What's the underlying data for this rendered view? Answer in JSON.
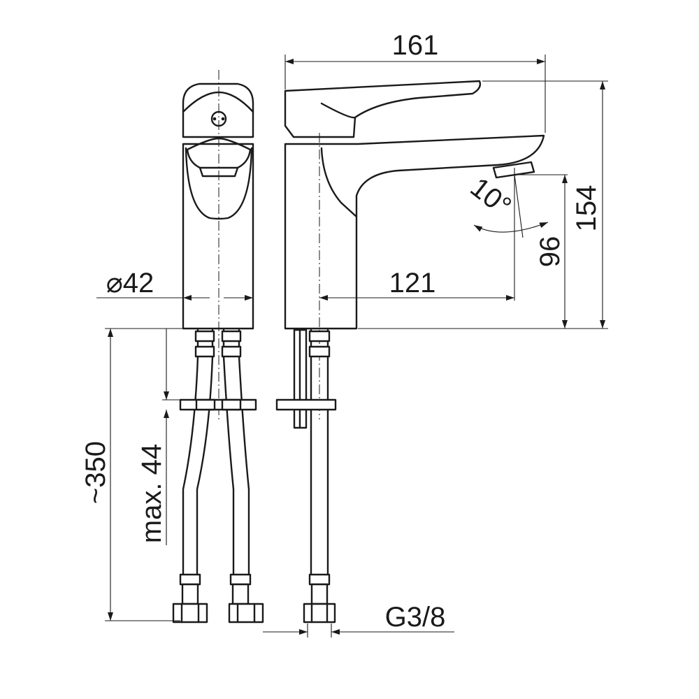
{
  "dimensions": {
    "overall_width": "161",
    "overall_height": "154",
    "spout_reach": "121",
    "spout_outlet_height": "96",
    "body_diameter": "⌀42",
    "hose_length": "~350",
    "max_deck_thickness": "max. 44",
    "connection_thread": "G3/8",
    "spout_tilt_angle": "10°"
  },
  "colors": {
    "line": "#1a1a1a",
    "background": "#ffffff"
  }
}
